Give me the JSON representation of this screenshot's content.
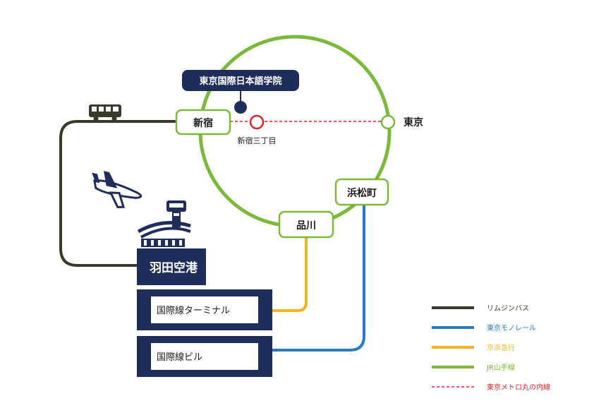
{
  "colors": {
    "limousine": "#3a3a2a",
    "monorail": "#2a7ac3",
    "keikyu": "#f2b41c",
    "yamanote": "#7ab93a",
    "marunouchi": "#e0202a",
    "navy": "#1f2d5a",
    "box_bg": "#1f2d5a"
  },
  "school": {
    "label": "東京国際日本語学院"
  },
  "stations": {
    "shinjuku": "新宿",
    "shinjuku_sanchome": "新宿三丁目",
    "tokyo": "東京",
    "hamamatsucho": "浜松町",
    "shinagawa": "品川"
  },
  "airport": {
    "name": "羽田空港",
    "terminal": "国際線ターミナル",
    "building": "国際線ビル"
  },
  "legend": [
    {
      "label": "リムジンバス",
      "color": "#3a3a2a",
      "style": "solid"
    },
    {
      "label": "東京モノレール",
      "color": "#2a7ac3",
      "style": "solid"
    },
    {
      "label": "京浜急行",
      "color": "#f2b41c",
      "style": "solid"
    },
    {
      "label": "JR山手線",
      "color": "#7ab93a",
      "style": "solid"
    },
    {
      "label": "東京メトロ丸の内線",
      "color": "#e0202a",
      "style": "dashed"
    }
  ],
  "icons": [
    "bus-icon",
    "airplane-icon",
    "control-tower-icon"
  ]
}
